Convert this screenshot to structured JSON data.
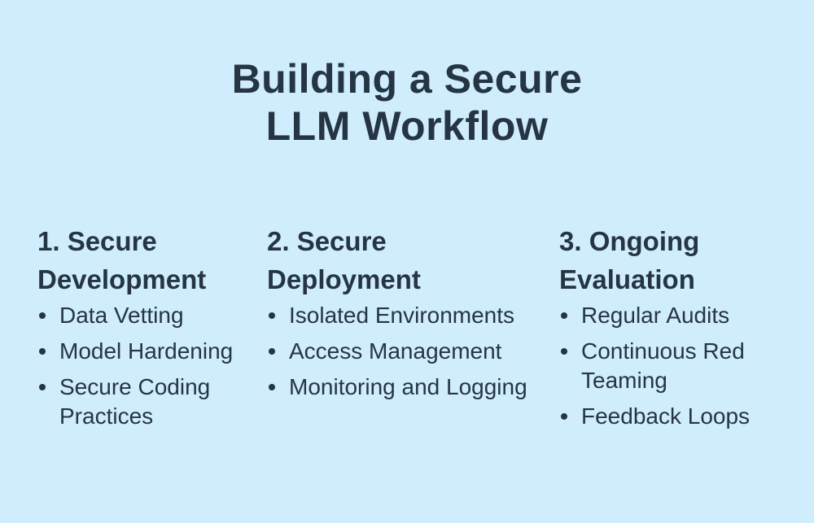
{
  "title": {
    "line1": "Building a Secure",
    "line2": "LLM Workflow"
  },
  "colors": {
    "background": "#cfedfd",
    "text": "#263544"
  },
  "columns": [
    {
      "heading_line1": "1. Secure",
      "heading_line2": "Development",
      "items": [
        {
          "line1": "Data Vetting",
          "line2": ""
        },
        {
          "line1": "Model Hardening",
          "line2": ""
        },
        {
          "line1": "Secure Coding",
          "line2": "Practices"
        }
      ]
    },
    {
      "heading_line1": "2. Secure",
      "heading_line2": "Deployment",
      "items": [
        {
          "line1": "Isolated Environments",
          "line2": ""
        },
        {
          "line1": "Access Management",
          "line2": ""
        },
        {
          "line1": "Monitoring and Logging",
          "line2": ""
        }
      ]
    },
    {
      "heading_line1": "3. Ongoing",
      "heading_line2": "Evaluation",
      "items": [
        {
          "line1": "Regular Audits",
          "line2": ""
        },
        {
          "line1": "Continuous Red",
          "line2": "Teaming"
        },
        {
          "line1": "Feedback Loops",
          "line2": ""
        }
      ]
    }
  ]
}
